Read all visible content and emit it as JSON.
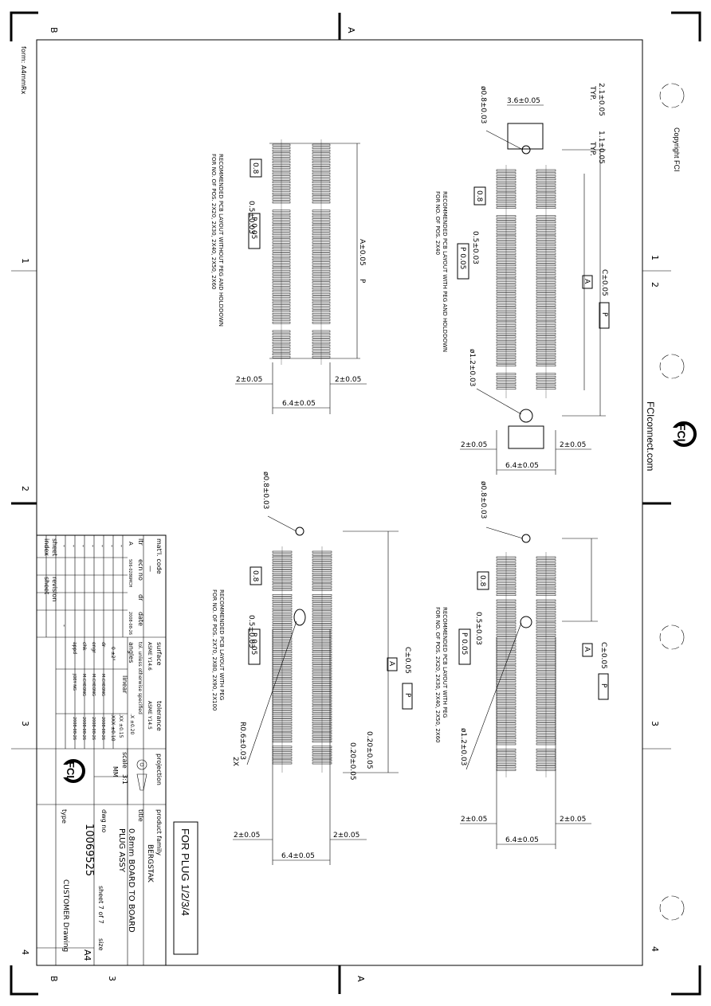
{
  "frame": {
    "left_letters": [
      "B",
      "A"
    ],
    "right_letters": [
      "B",
      "A"
    ],
    "top_numbers": [
      "1",
      "2",
      "3",
      "4"
    ],
    "right_numbers": [
      "1",
      "2",
      "3",
      "4"
    ],
    "bottom_numbers": [
      "1",
      "2",
      "3",
      "4"
    ],
    "form_label": "form: A4mmRx",
    "brand_url": "FCIconnect.com",
    "copyright": "Copyright FCI"
  },
  "views": {
    "top_left": {
      "caption_line1": "RECOMMENDED PCB LAYOUT WITHOUT PEG AND HOLDDOWN",
      "caption_line2": "FOR NO. OF POS. 2X20, 2X30, 2X40, 2X50, 2X60",
      "dim_A": "A±0.05",
      "datum_P": "P",
      "dim_pitch": "0.5±0.03",
      "tol_08": "0.8",
      "tol_pos": "P 0.05",
      "dim_width": "6.4±0.05",
      "dim_left": "2±0.05",
      "dim_right": "2±0.05"
    },
    "top_right": {
      "caption_line1": "RECOMMENDED PCB LAYOUT WITH PEG AND HOLDDOWN",
      "caption_line2": "FOR NO. OF POS. 2X40",
      "dim_C": "C±0.05",
      "datum_A": "A",
      "datum_P": "P",
      "dim_peg": "3.6±0.05",
      "dim_21": "2.1±0.05",
      "typ1": "TYP.",
      "dim_11": "1.1±0.05",
      "typ2": "TYP.",
      "hole_small": "ø0.8±0.03",
      "hole_large": "ø1.2±0.03",
      "dim_pitch": "0.5±0.03",
      "tol_08": "0.8",
      "tol_pos": "P 0.05",
      "dim_width": "6.4±0.05",
      "dim_left": "2±0.05",
      "dim_right": "2±0.05"
    },
    "bottom_left": {
      "caption_line1": "RECOMMENDED PCB LAYOUT WITH PEG",
      "caption_line2": "FOR NO. OF POS. 2X70, 2X80, 2X90, 2X100",
      "dim_C": "C±0.05",
      "datum_A": "A",
      "datum_P": "P",
      "hole_small": "ø0.8±0.03",
      "slot": "R0.6±0.03",
      "slot_qty": "2X",
      "dim_020a": "0.20±0.05",
      "dim_020b": "0.20±0.05",
      "dim_pitch": "0.5±0.03",
      "tol_08": "0.8",
      "tol_pos": "P 0.05",
      "dim_width": "6.4±0.05",
      "dim_left": "2±0.05",
      "dim_right": "2±0.05"
    },
    "bottom_right": {
      "caption_line1": "RECOMMENDED PCB LAYOUT WITH PEG",
      "caption_line2": "FOR NO. OF POS. 2X20, 2X30, 2X40, 2X50, 2X60",
      "dim_C": "C±0.05",
      "datum_A": "A",
      "datum_P": "P",
      "hole_small": "ø0.8±0.03",
      "hole_large": "ø1.2±0.03",
      "dim_pitch": "0.5±0.03",
      "tol_08": "0.8",
      "tol_pos": "P 0.05",
      "dim_width": "6.4±0.05",
      "dim_left": "2±0.05",
      "dim_right": "2±0.05"
    }
  },
  "plug_note": "FOR PLUG 1/2/3/4",
  "title_block": {
    "matl_code_label": "mat'l. code",
    "matl_code_value": "—",
    "surface_label": "surface",
    "surface_value": "ASME Y14.6",
    "tolerance_label": "tolerance",
    "tolerance_value": "ASME Y14.5",
    "unless_note": "tol. unless otherwise specified",
    "tol_x": ".X ±0.20",
    "tol_xx": ".XX ±0.15",
    "tol_xxx": ".XXX ±0.10",
    "linear_label": "linear",
    "angles_label": "angles",
    "angles_value": "0 ±2°",
    "projection_label": "projection",
    "scale_label": "scale",
    "scale_value": "3:1",
    "units": "MM",
    "product_family_label": "product family",
    "product_family_value": "BERGSTAK",
    "title_label": "title",
    "title_line1": "0.8mm BOARD TO BOARD",
    "title_line2": "PLUG ASSY",
    "dwg_no_label": "dwg no",
    "dwg_no_value": "10069525",
    "sheet_text": "sheet 7 of 7",
    "size_label": "size",
    "size_value": "A4",
    "type_label": "type",
    "type_value": "CUSTOMER Drawing",
    "rev_header": [
      "ltr",
      "ecn no",
      "dr",
      "date"
    ],
    "rev_row": [
      "A",
      "S06-0286",
      "MCH",
      "2008-08-26"
    ],
    "sign_rows": [
      {
        "role": "dr",
        "name": "M.CHEONG",
        "date": "2008-08-26"
      },
      {
        "role": "chk",
        "name": "M.CHEONG",
        "date": "2008-08-26"
      },
      {
        "role": "engr",
        "name": "M.CHEONG",
        "date": "2008-08-26"
      },
      {
        "role": "appd",
        "name": "JOEY NG",
        "date": "2008-08-26"
      }
    ],
    "sheet_label": "sheet",
    "revision_label": "revision",
    "index_label": "index",
    "index_sheet_label": "sheet",
    "dashes": [
      "-",
      "-",
      "-",
      "-",
      "-",
      "-",
      "-",
      "-"
    ]
  }
}
